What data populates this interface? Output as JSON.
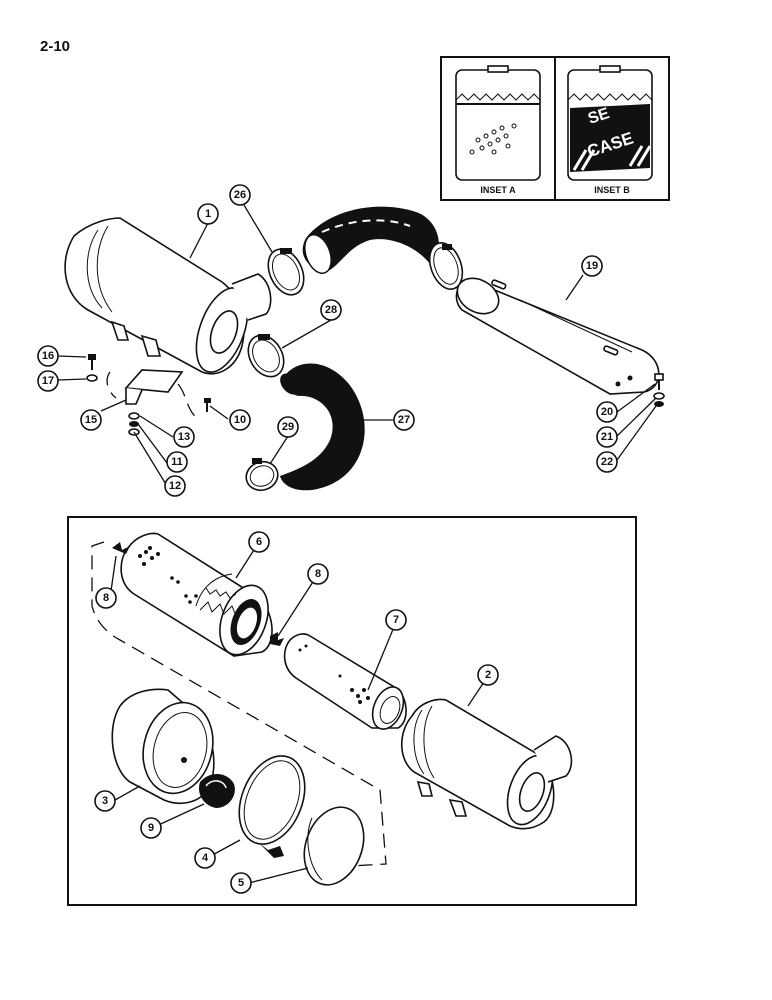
{
  "page": {
    "number": "2-10"
  },
  "insets": {
    "a": {
      "label": "INSET A"
    },
    "b": {
      "label": "INSET B",
      "decal_text_1": "SE",
      "decal_text_2": "CASE"
    }
  },
  "callouts": {
    "c1": "1",
    "c2": "2",
    "c3": "3",
    "c4": "4",
    "c5": "5",
    "c6": "6",
    "c7": "7",
    "c8a": "8",
    "c8b": "8",
    "c9": "9",
    "c10": "10",
    "c11": "11",
    "c12": "12",
    "c13": "13",
    "c15": "15",
    "c16": "16",
    "c17": "17",
    "c19": "19",
    "c20": "20",
    "c21": "21",
    "c22": "22",
    "c26": "26",
    "c27": "27",
    "c28": "28",
    "c29": "29"
  }
}
